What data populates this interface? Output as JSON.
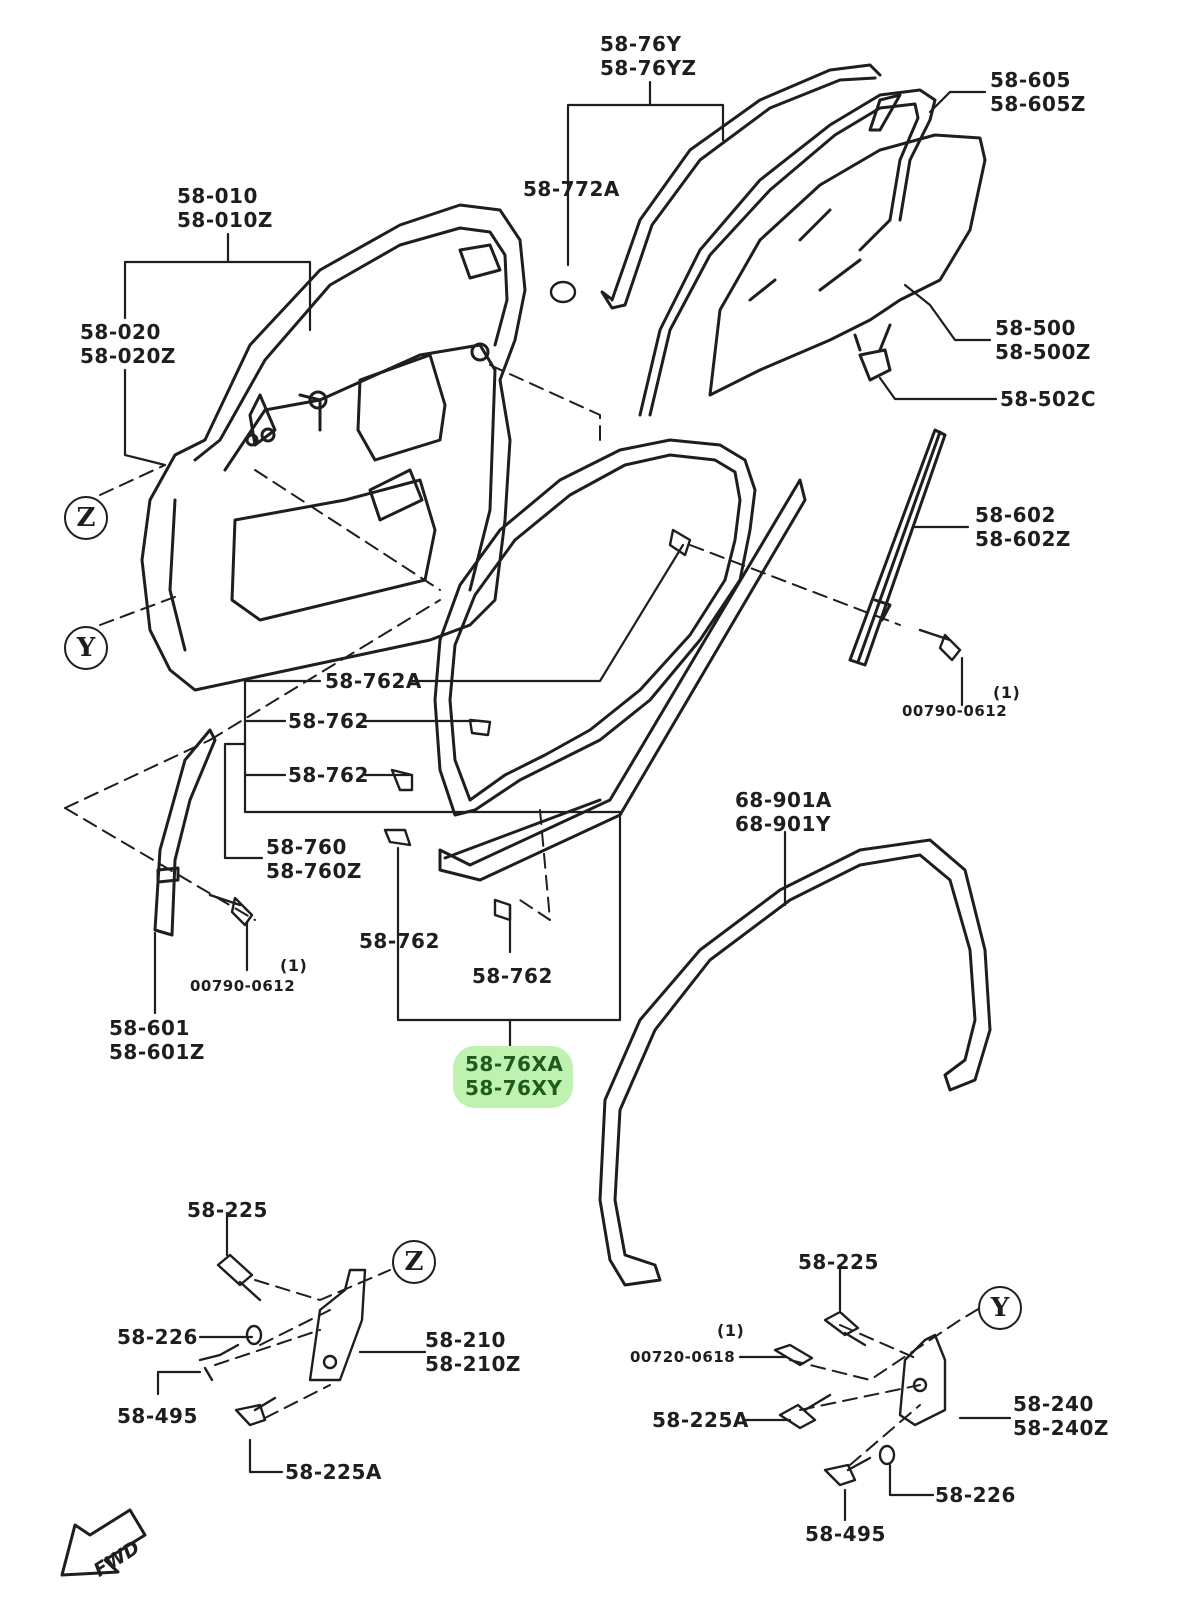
{
  "labels": {
    "p76y": "58-76Y\n58-76YZ",
    "p605": "58-605\n58-605Z",
    "p772a": "58-772A",
    "p010": "58-010\n58-010Z",
    "p020": "58-020\n58-020Z",
    "p500": "58-500\n58-500Z",
    "p502c": "58-502C",
    "p602": "58-602\n58-602Z",
    "p762a": "58-762A",
    "p762_1": "58-762",
    "p762_2": "58-762",
    "p762_3": "58-762",
    "p762_4": "58-762",
    "p760": "58-760\n58-760Z",
    "p601": "58-601\n58-601Z",
    "p901": "68-901A\n68-901Y",
    "bolt_right": "00790-0612",
    "bolt_right_qty": "(1)",
    "bolt_left": "00790-0612",
    "bolt_left_qty": "(1)",
    "p76xa": "58-76XA\n58-76XY",
    "p225_top_left": "58-225",
    "p226_left": "58-226",
    "p210": "58-210\n58-210Z",
    "p495_left": "58-495",
    "p225a_left": "58-225A",
    "p225_right": "58-225",
    "bolt_0720": "00720-0618",
    "bolt_0720_qty": "(1)",
    "p225a_right": "58-225A",
    "p240": "58-240\n58-240Z",
    "p226_right": "58-226",
    "p495_right": "58-495"
  },
  "callouts": {
    "z_upper": "Z",
    "y_upper": "Y",
    "z_lower": "Z",
    "y_lower": "Y"
  },
  "fwd": "FWD",
  "colors": {
    "ink": "#1e1e1e",
    "highlight": "#bff2b0"
  }
}
